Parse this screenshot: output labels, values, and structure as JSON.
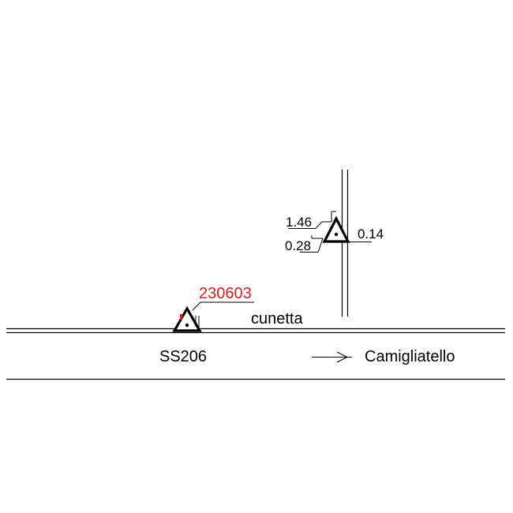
{
  "drawing": {
    "road_name": "SS206",
    "direction_label": "Camigliatello",
    "ditch_label": "cunetta",
    "point_id": "230603",
    "dimensions": {
      "upper_left": "1.46",
      "lower_left": "0.28",
      "right": "0.14"
    }
  },
  "colors": {
    "line": "#000000",
    "point_id": "#d42020",
    "background": "#ffffff"
  },
  "icons": {
    "survey_marker": "triangle-survey-marker-icon",
    "direction_arrow": "direction-arrow-icon"
  }
}
